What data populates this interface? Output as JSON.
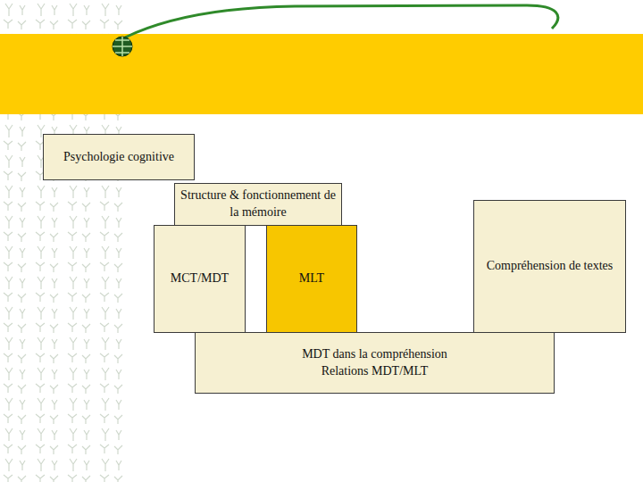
{
  "diagram": {
    "nodes": [
      {
        "text": [
          "Psychologie cognitive"
        ]
      },
      {
        "text": [
          "Structure & fonctionnement de la mémoire"
        ]
      },
      {
        "text": [
          "MCT/MDT"
        ]
      },
      {
        "text": [
          "MLT"
        ]
      },
      {
        "text": [
          "Compréhension de textes"
        ]
      },
      {
        "text": [
          "MDT dans la compréhension Relations MDT/MLT"
        ]
      }
    ]
  }
}
